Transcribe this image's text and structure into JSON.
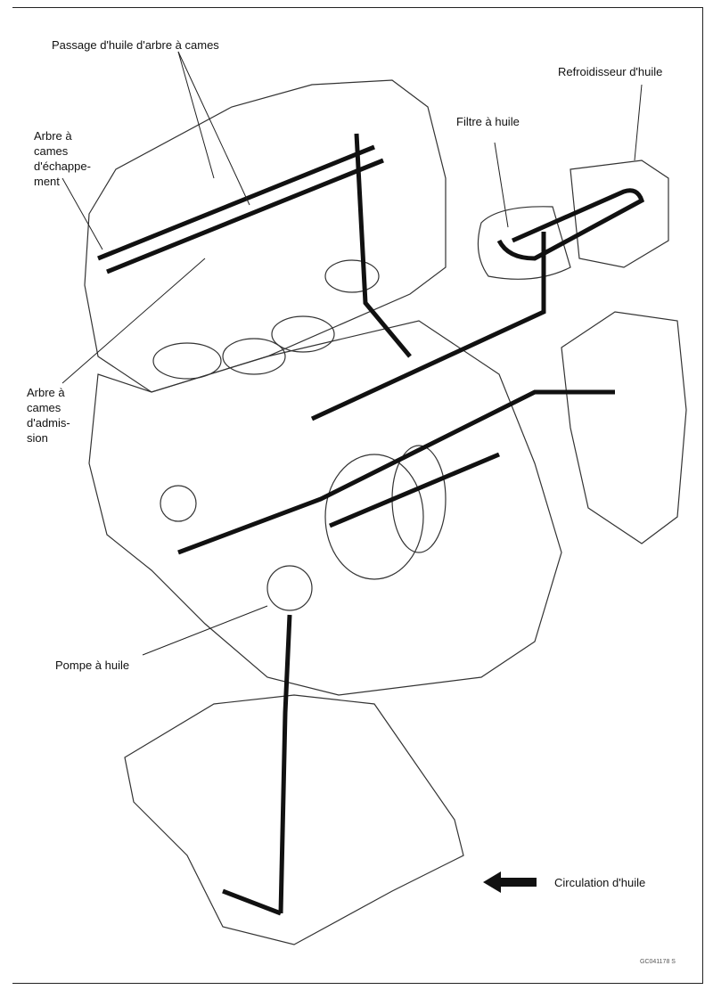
{
  "labels": {
    "camshaft_oil_passage": "Passage d'huile d'arbre à cames",
    "exhaust_camshaft": [
      "Arbre à",
      "cames",
      "d'échappe-",
      "ment"
    ],
    "oil_filter": "Filtre à huile",
    "oil_cooler": "Refroidisseur d'huile",
    "intake_camshaft": [
      "Arbre à",
      "cames",
      "d'admis-",
      "sion"
    ],
    "oil_pump": "Pompe à huile",
    "legend_oil_flow": "Circulation d'huile"
  },
  "figure_code": "GC041178 S",
  "colors": {
    "line": "#111111",
    "background": "#ffffff"
  }
}
